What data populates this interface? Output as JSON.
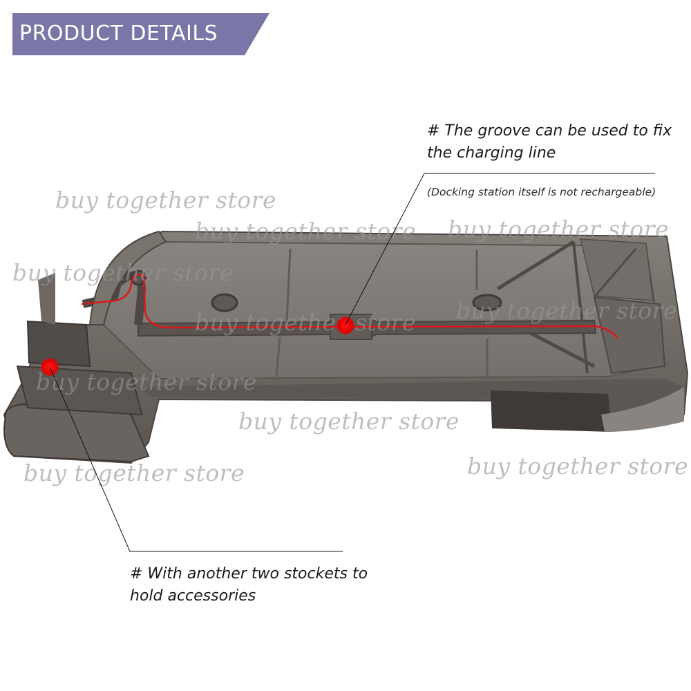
{
  "banner": {
    "title": "PRODUCT DETAILS",
    "color": "#7a77a8"
  },
  "notes": {
    "groove": "# The groove can be used to fix the charging line",
    "groove_sub": "(Docking station itself is not rechargeable)",
    "sockets": "# With another two stockets to hold accessories"
  },
  "watermark": "buy together store",
  "colors": {
    "product_body": "#6e6864",
    "highlight_dot": "#e00000",
    "cable": "#d81818"
  }
}
